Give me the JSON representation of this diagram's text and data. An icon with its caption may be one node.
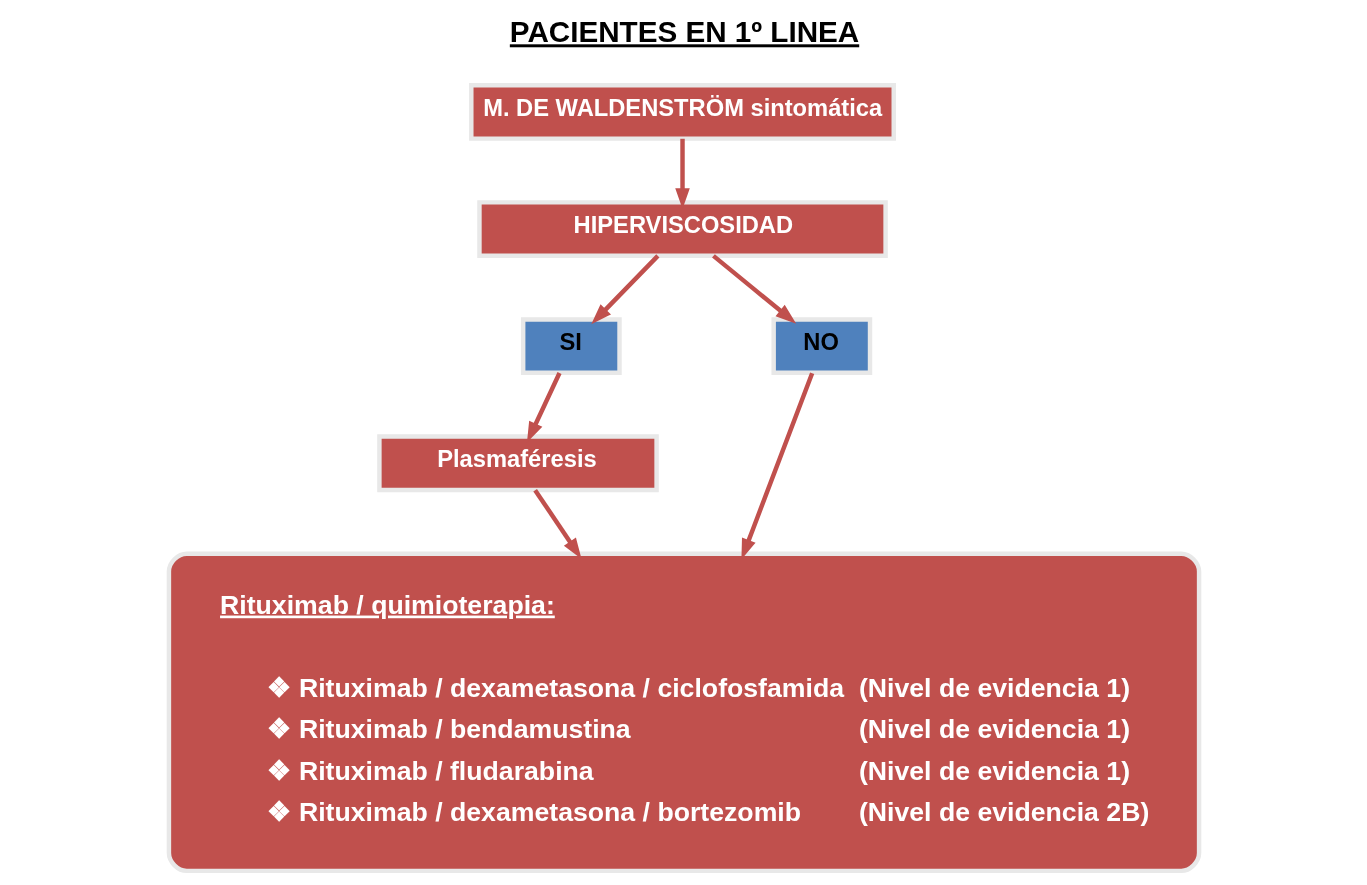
{
  "diagram": {
    "title": "PACIENTES EN 1º LINEA",
    "nodes": [
      {
        "text": [
          "M. DE WALDENSTRÖM sintomática"
        ]
      },
      {
        "text": [
          "HIPERVISCOSIDAD"
        ]
      },
      {
        "text": [
          "SI"
        ]
      },
      {
        "text": [
          "NO"
        ]
      },
      {
        "text": [
          "Plasmaféresis"
        ]
      },
      {
        "text": [
          "Rituximab / quimioterapia:",
          "❖ Rituximab / dexametasona / ciclofosfamida",
          "(Nivel de evidencia 1)",
          "❖ Rituximab / bendamustina",
          "(Nivel de evidencia 1)",
          "❖ Rituximab / fludarabina",
          "(Nivel de evidencia 1)",
          "❖ Rituximab / dexametasona / bortezomib",
          "(Nivel de evidencia 2B)"
        ]
      }
    ],
    "edges": [
      {
        "from": 0,
        "to": 1,
        "arrow": "to"
      },
      {
        "from": 1,
        "to": 2,
        "arrow": "to"
      },
      {
        "from": 1,
        "to": 3,
        "arrow": "to"
      },
      {
        "from": 2,
        "to": 4,
        "arrow": "to"
      },
      {
        "from": 4,
        "to": 5,
        "arrow": "to"
      },
      {
        "from": 3,
        "to": 5,
        "arrow": "to"
      }
    ]
  }
}
